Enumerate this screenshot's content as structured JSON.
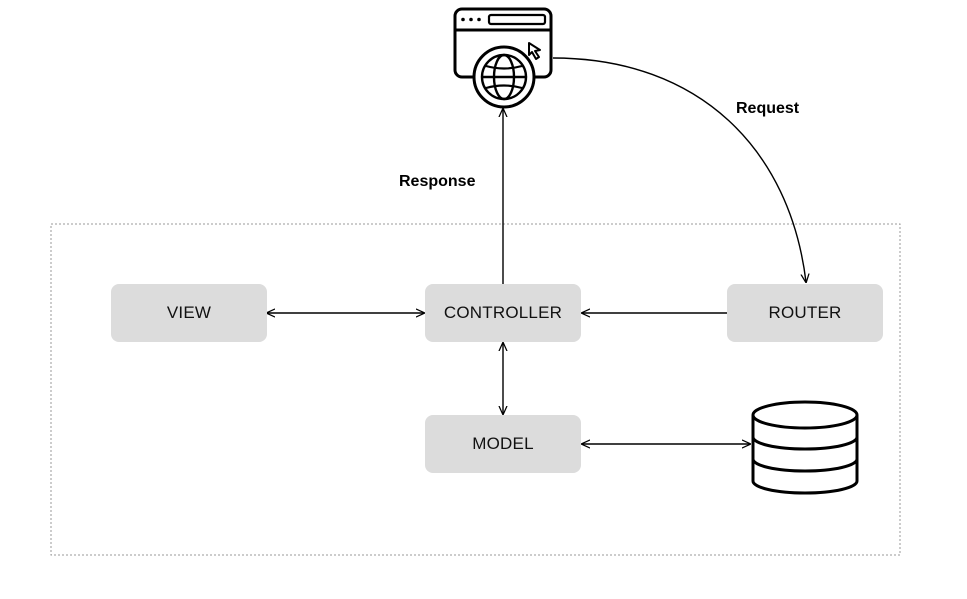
{
  "nodes": {
    "view": "VIEW",
    "controller": "CONTROLLER",
    "router": "ROUTER",
    "model": "MODEL"
  },
  "labels": {
    "request": "Request",
    "response": "Response"
  },
  "icons": {
    "client": "browser-globe-icon",
    "storage": "database-icon"
  },
  "colors": {
    "node_fill": "#dcdcdc",
    "stroke": "#000000",
    "boundary": "#9a9a9a"
  }
}
